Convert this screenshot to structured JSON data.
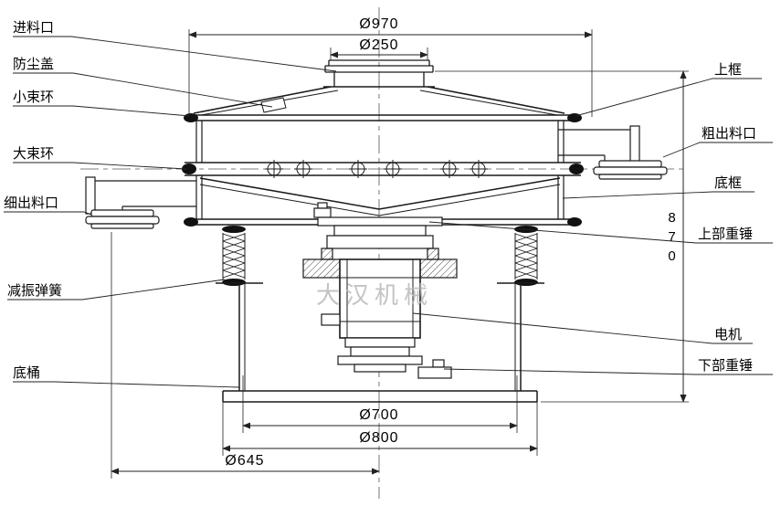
{
  "watermark": "大汉机械",
  "labels": {
    "left": [
      {
        "text": "进料口"
      },
      {
        "text": "防尘盖"
      },
      {
        "text": "小束环"
      },
      {
        "text": "大束环"
      },
      {
        "text": "细出料口"
      },
      {
        "text": "减振弹簧"
      },
      {
        "text": "底桶"
      }
    ],
    "right": [
      {
        "text": "上框"
      },
      {
        "text": "粗出料口"
      },
      {
        "text": "底框"
      },
      {
        "text": "上部重锤"
      },
      {
        "text": "电机"
      },
      {
        "text": "下部重锤"
      }
    ]
  },
  "dimensions": {
    "top_diameter": "Ø970",
    "inlet_diameter": "Ø250",
    "total_height": "870",
    "base_inner_diameter": "Ø700",
    "base_outer_diameter": "Ø800",
    "outlet_offset": "Ø645"
  }
}
